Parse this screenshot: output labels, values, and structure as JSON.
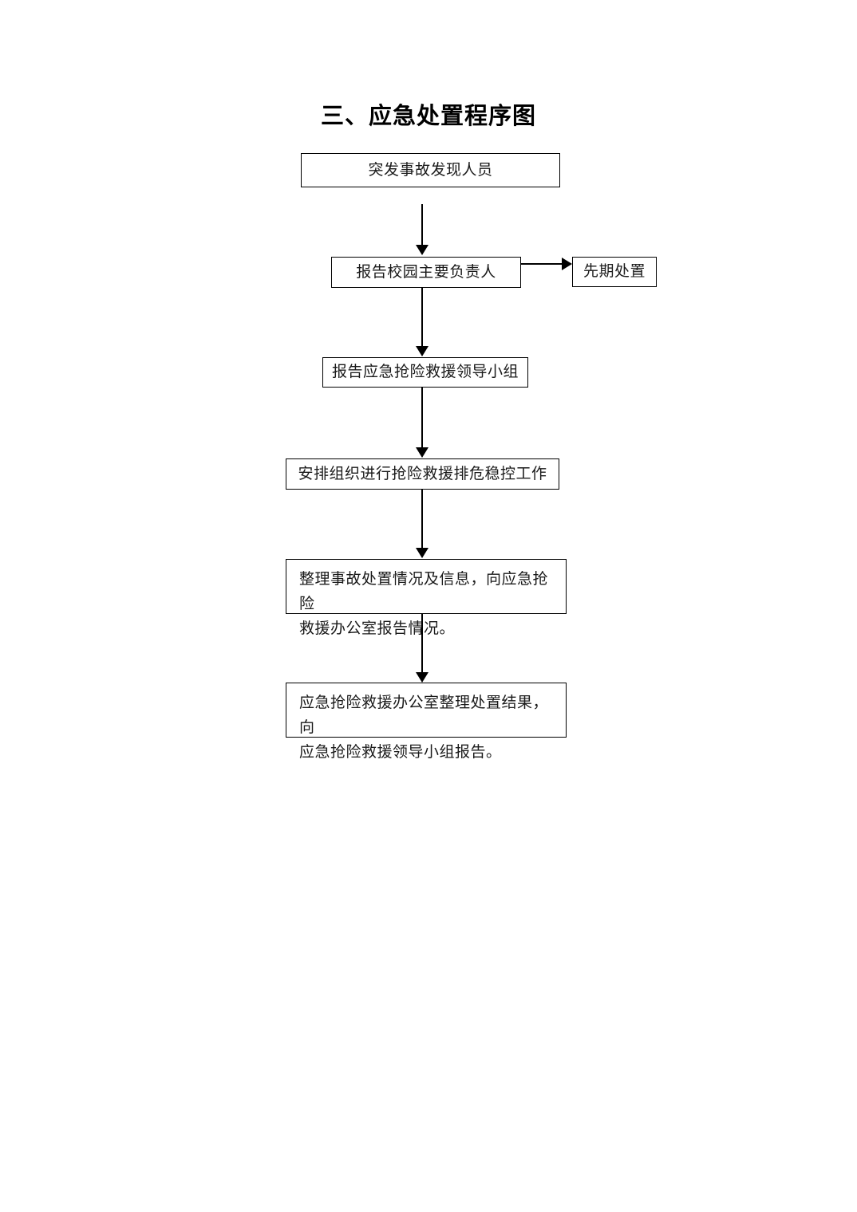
{
  "document": {
    "title": "三、应急处置程序图",
    "page_background": "#ffffff",
    "ink_color": "#000000"
  },
  "flowchart": {
    "type": "flowchart",
    "orientation": "top-to-bottom",
    "nodes": [
      {
        "id": "n1",
        "label": "突发事故发现人员",
        "lines": [
          "突发事故发现人员"
        ],
        "align": "center"
      },
      {
        "id": "n2",
        "label": "报告校园主要负责人",
        "lines": [
          "报告校园主要负责人"
        ],
        "align": "center"
      },
      {
        "id": "n2b",
        "label": "先期处置",
        "lines": [
          "先期处置"
        ],
        "align": "center"
      },
      {
        "id": "n3",
        "label": "报告应急抢险救援领导小组",
        "lines": [
          "报告应急抢险救援领导小组"
        ],
        "align": "center"
      },
      {
        "id": "n4",
        "label": "安排组织进行抢险救援排危稳控工作",
        "lines": [
          "安排组织进行抢险救援排危稳控工作"
        ],
        "align": "center"
      },
      {
        "id": "n5",
        "label": "整理事故处置情况及信息，向应急抢险救援办公室报告情况。",
        "lines": [
          "整理事故处置情况及信息，向应急抢险",
          "救援办公室报告情况。"
        ],
        "align": "left"
      },
      {
        "id": "n6",
        "label": "应急抢险救援办公室整理处置结果，向应急抢险救援领导小组报告。",
        "lines": [
          "应急抢险救援办公室整理处置结果，向",
          "应急抢险救援领导小组报告。"
        ],
        "align": "left"
      }
    ],
    "edges": [
      {
        "from": "n1",
        "to": "n2",
        "direction": "down"
      },
      {
        "from": "n2",
        "to": "n2b",
        "direction": "right"
      },
      {
        "from": "n2",
        "to": "n3",
        "direction": "down"
      },
      {
        "from": "n3",
        "to": "n4",
        "direction": "down"
      },
      {
        "from": "n4",
        "to": "n5",
        "direction": "down"
      },
      {
        "from": "n5",
        "to": "n6",
        "direction": "down"
      }
    ]
  }
}
